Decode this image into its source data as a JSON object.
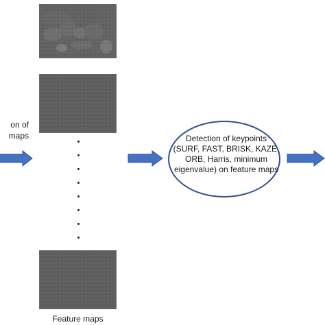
{
  "left_label": {
    "line1": "on of",
    "line2": "maps"
  },
  "feature_maps": {
    "caption": "Feature maps"
  },
  "detection": {
    "line1": "Detection of keypoints",
    "line2": "(SURF, FAST, BRISK, KAZE,",
    "line3": "ORB, Harris, minimum",
    "line4": "eigenvalue) on feature maps"
  },
  "colors": {
    "arrow_fill": "#4472c4",
    "arrow_stroke": "#2f528f",
    "ellipse_stroke": "#2f528f",
    "feature_map_gray": "#5e5e5e"
  },
  "icons": {
    "arrow": "right-arrow-icon",
    "ellipsis": "vertical-ellipsis-icon"
  }
}
